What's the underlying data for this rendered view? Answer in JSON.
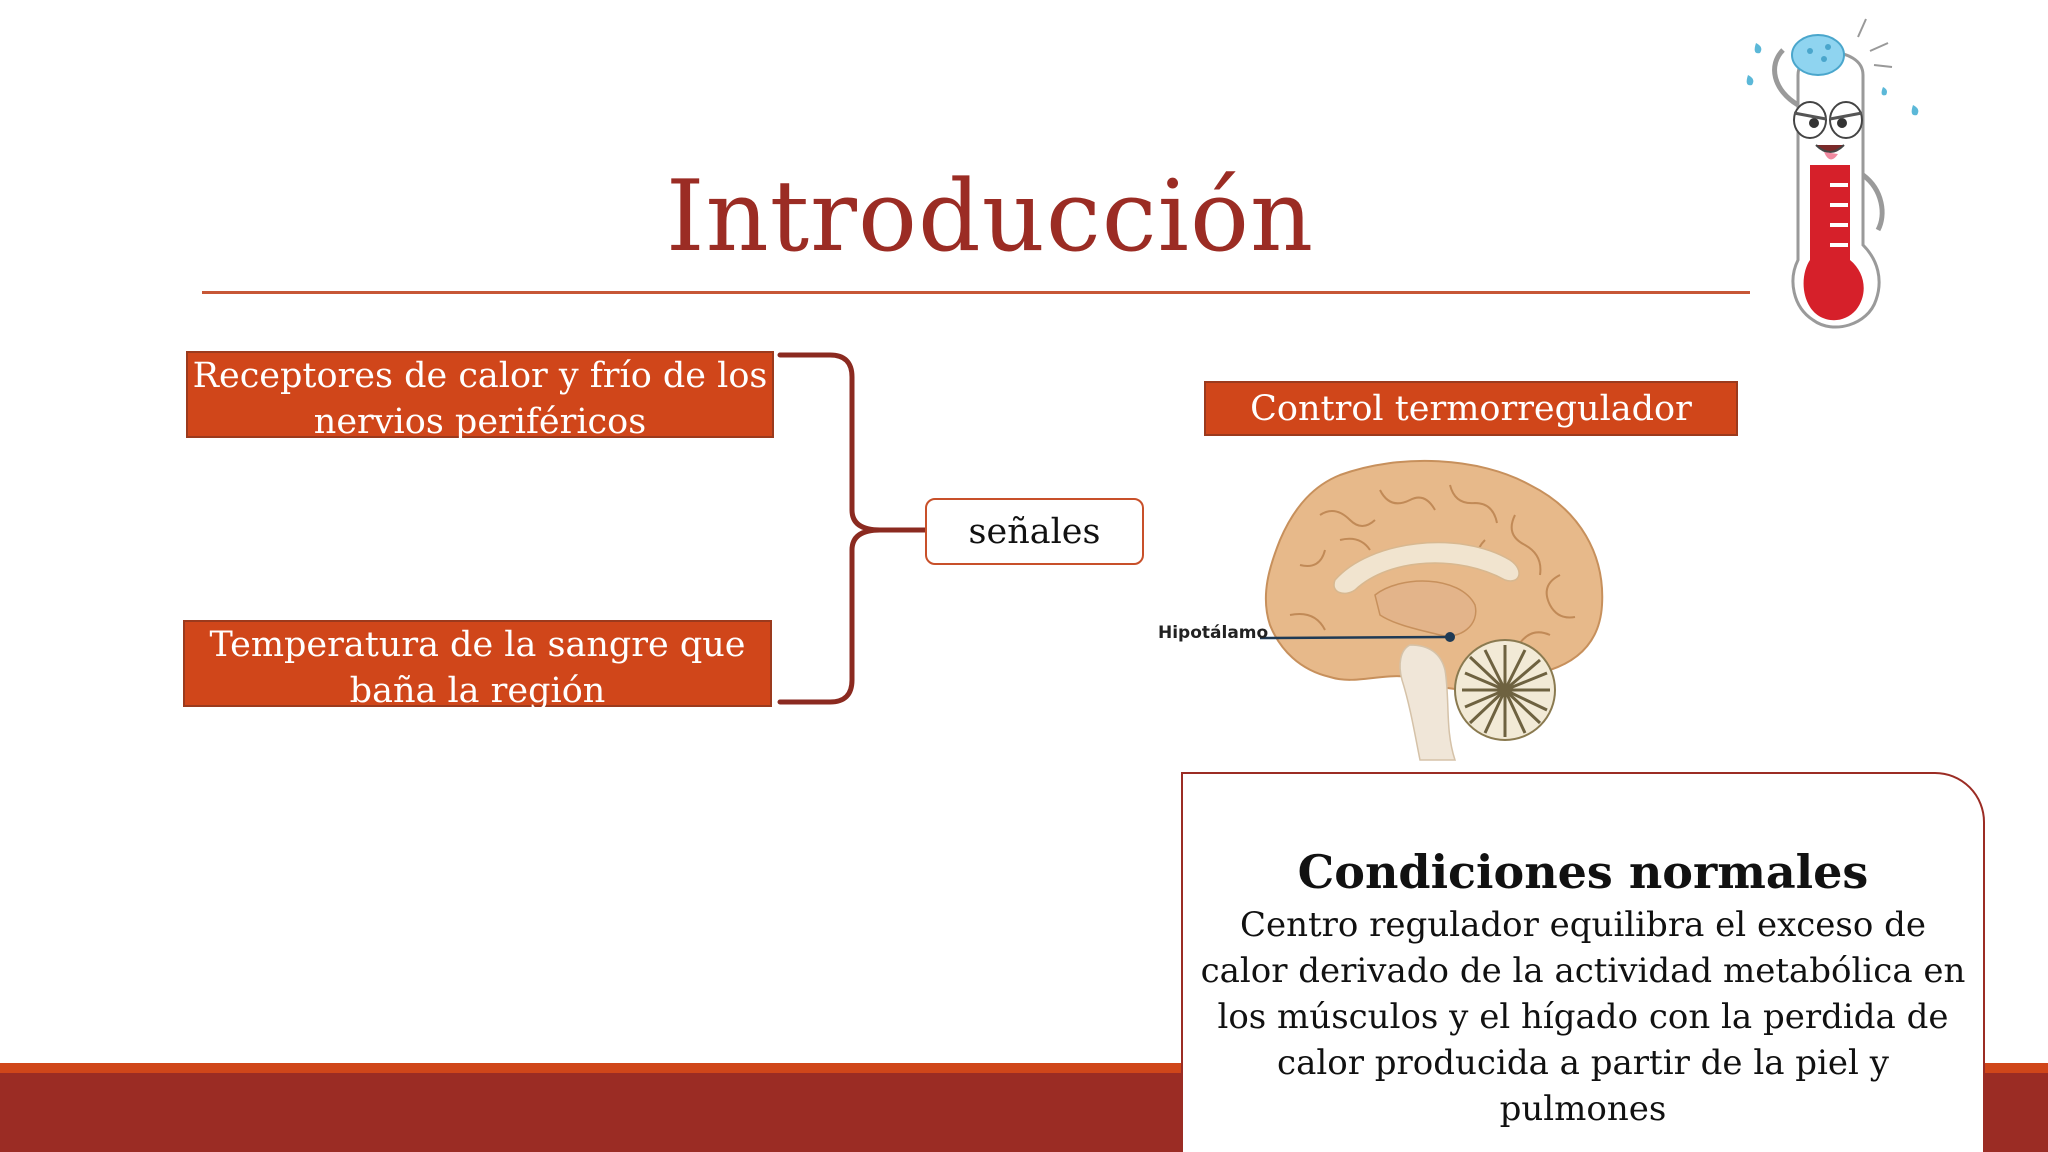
{
  "slide": {
    "title": "Introducción"
  },
  "left_boxes": {
    "receptores": "Receptores de calor y frío de los nervios periféricos",
    "temperatura": "Temperatura de la sangre que baña la región"
  },
  "center": {
    "senales": "señales"
  },
  "right": {
    "control": "Control termorregulador",
    "brain_label": "Hipotálamo"
  },
  "card": {
    "title": "Condiciones normales",
    "body": "Centro regulador equilibra el exceso de calor derivado de la actividad metabólica en los músculos y el hígado con la perdida de calor producida a partir de la piel y pulmones"
  },
  "colors": {
    "title": "#9b2c24",
    "accent_orange": "#d0461a",
    "dark_red": "#9b2c24",
    "bracket": "#8b2a20"
  },
  "icons": {
    "thermometer": "sick-thermometer-icon",
    "brain": "brain-diagram-icon"
  }
}
